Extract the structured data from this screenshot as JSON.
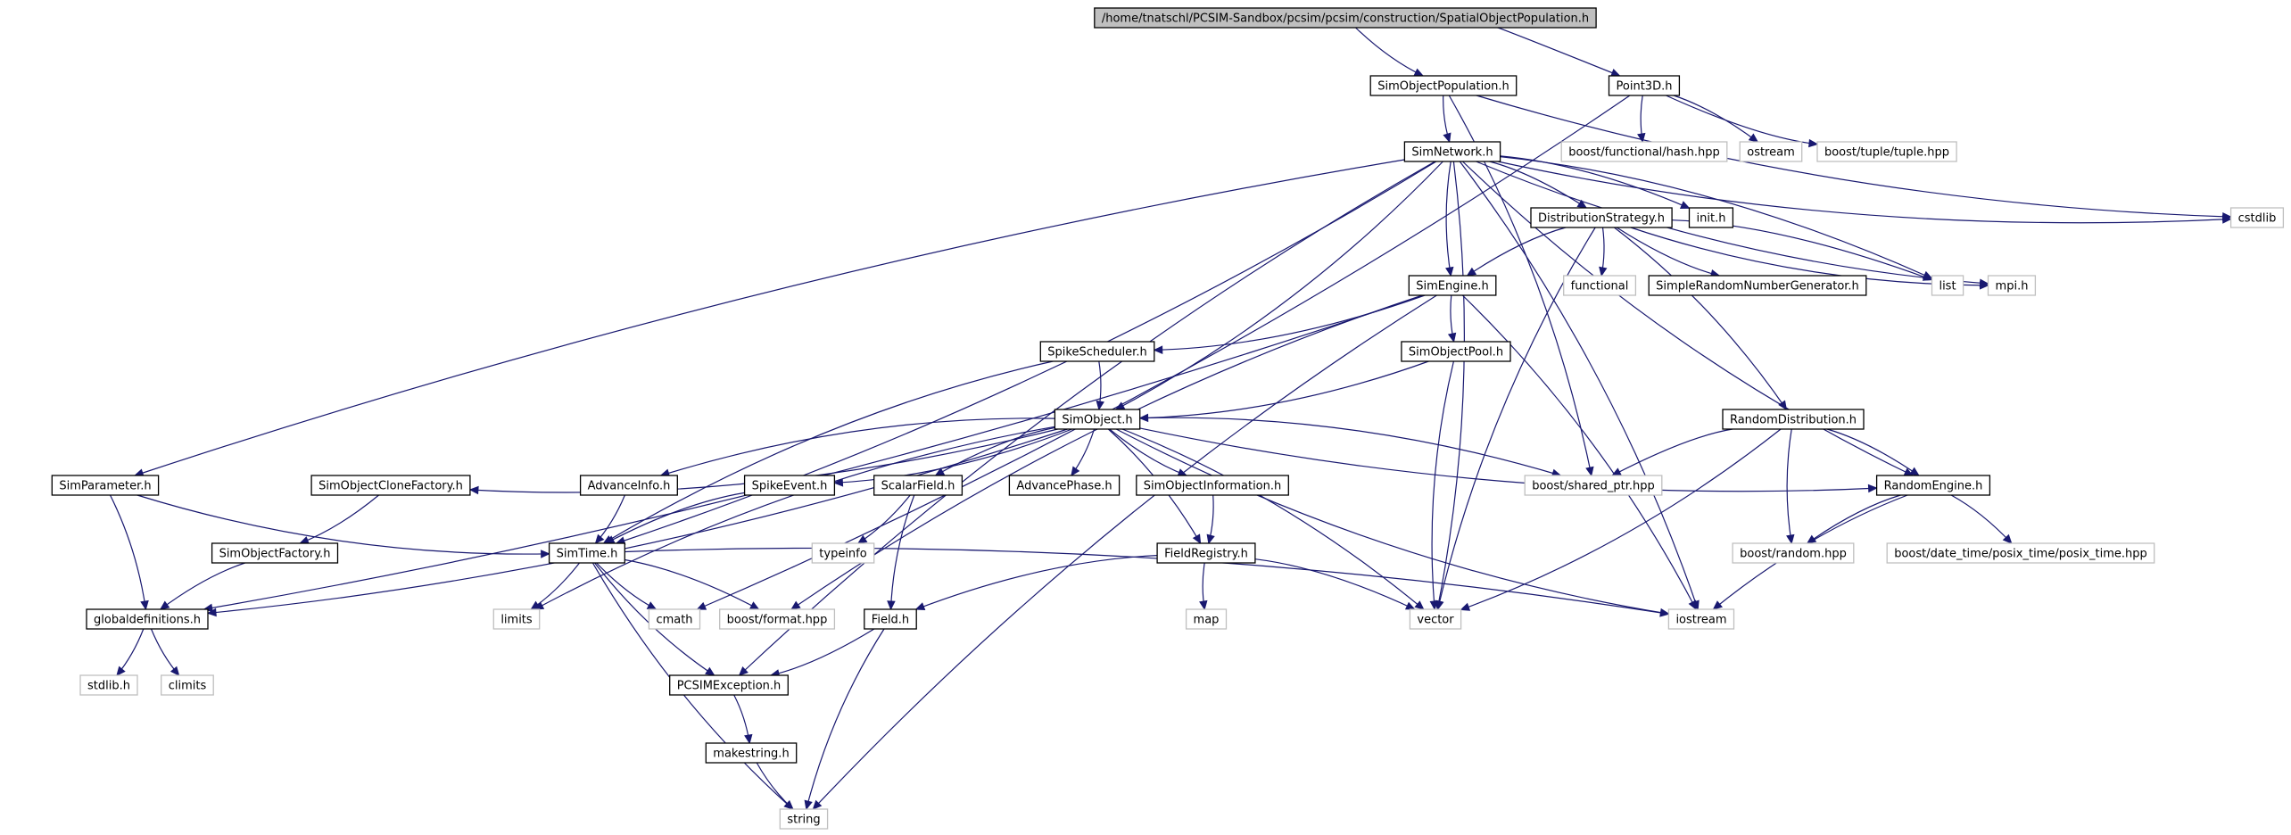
{
  "graph": {
    "colors": {
      "edge": "#191970",
      "root_fill": "#bfbfbf",
      "root_stroke": "#000000",
      "internal_stroke": "#000000",
      "external_stroke": "#bfbfbf",
      "node_fill": "#ffffff"
    },
    "nodes": [
      {
        "id": "root",
        "label": "/home/tnatschl/PCSIM-Sandbox/pcsim/pcsim/construction/SpatialObjectPopulation.h",
        "kind": "root"
      },
      {
        "id": "SimObjectPopulation",
        "label": "SimObjectPopulation.h",
        "kind": "internal"
      },
      {
        "id": "Point3D",
        "label": "Point3D.h",
        "kind": "internal"
      },
      {
        "id": "boostHash",
        "label": "boost/functional/hash.hpp",
        "kind": "external"
      },
      {
        "id": "ostream",
        "label": "ostream",
        "kind": "external"
      },
      {
        "id": "boostTuple",
        "label": "boost/tuple/tuple.hpp",
        "kind": "external"
      },
      {
        "id": "SimNetwork",
        "label": "SimNetwork.h",
        "kind": "internal"
      },
      {
        "id": "initH",
        "label": "init.h",
        "kind": "internal"
      },
      {
        "id": "cstdlib",
        "label": "cstdlib",
        "kind": "external"
      },
      {
        "id": "DistributionStrategy",
        "label": "DistributionStrategy.h",
        "kind": "internal"
      },
      {
        "id": "SimEngine",
        "label": "SimEngine.h",
        "kind": "internal"
      },
      {
        "id": "functional",
        "label": "functional",
        "kind": "external"
      },
      {
        "id": "SimpleRNG",
        "label": "SimpleRandomNumberGenerator.h",
        "kind": "internal"
      },
      {
        "id": "list",
        "label": "list",
        "kind": "external"
      },
      {
        "id": "mpi",
        "label": "mpi.h",
        "kind": "external"
      },
      {
        "id": "SpikeScheduler",
        "label": "SpikeScheduler.h",
        "kind": "internal"
      },
      {
        "id": "SimObjectPool",
        "label": "SimObjectPool.h",
        "kind": "internal"
      },
      {
        "id": "SimObject",
        "label": "SimObject.h",
        "kind": "internal"
      },
      {
        "id": "RandomDistribution",
        "label": "RandomDistribution.h",
        "kind": "internal"
      },
      {
        "id": "SimParameter",
        "label": "SimParameter.h",
        "kind": "internal"
      },
      {
        "id": "SimObjectCloneFactory",
        "label": "SimObjectCloneFactory.h",
        "kind": "internal"
      },
      {
        "id": "AdvanceInfo",
        "label": "AdvanceInfo.h",
        "kind": "internal"
      },
      {
        "id": "SpikeEvent",
        "label": "SpikeEvent.h",
        "kind": "internal"
      },
      {
        "id": "ScalarField",
        "label": "ScalarField.h",
        "kind": "internal"
      },
      {
        "id": "AdvancePhase",
        "label": "AdvancePhase.h",
        "kind": "internal"
      },
      {
        "id": "SimObjectInformation",
        "label": "SimObjectInformation.h",
        "kind": "internal"
      },
      {
        "id": "boostShared",
        "label": "boost/shared_ptr.hpp",
        "kind": "external"
      },
      {
        "id": "RandomEngine",
        "label": "RandomEngine.h",
        "kind": "internal"
      },
      {
        "id": "SimObjectFactory",
        "label": "SimObjectFactory.h",
        "kind": "internal"
      },
      {
        "id": "SimTime",
        "label": "SimTime.h",
        "kind": "internal"
      },
      {
        "id": "typeinfo",
        "label": "typeinfo",
        "kind": "external"
      },
      {
        "id": "FieldRegistry",
        "label": "FieldRegistry.h",
        "kind": "internal"
      },
      {
        "id": "boostRandom",
        "label": "boost/random.hpp",
        "kind": "external"
      },
      {
        "id": "posixTime",
        "label": "boost/date_time/posix_time/posix_time.hpp",
        "kind": "external"
      },
      {
        "id": "globaldefinitions",
        "label": "globaldefinitions.h",
        "kind": "internal"
      },
      {
        "id": "limits",
        "label": "limits",
        "kind": "external"
      },
      {
        "id": "cmath",
        "label": "cmath",
        "kind": "external"
      },
      {
        "id": "boostFormat",
        "label": "boost/format.hpp",
        "kind": "external"
      },
      {
        "id": "Field",
        "label": "Field.h",
        "kind": "internal"
      },
      {
        "id": "map",
        "label": "map",
        "kind": "external"
      },
      {
        "id": "vector",
        "label": "vector",
        "kind": "external"
      },
      {
        "id": "iostream",
        "label": "iostream",
        "kind": "external"
      },
      {
        "id": "stdlib",
        "label": "stdlib.h",
        "kind": "external"
      },
      {
        "id": "climits",
        "label": "climits",
        "kind": "external"
      },
      {
        "id": "PCSIMException",
        "label": "PCSIMException.h",
        "kind": "internal"
      },
      {
        "id": "makestring",
        "label": "makestring.h",
        "kind": "internal"
      },
      {
        "id": "string",
        "label": "string",
        "kind": "external"
      }
    ],
    "edges": [
      [
        "root",
        "SimObjectPopulation"
      ],
      [
        "root",
        "Point3D"
      ],
      [
        "Point3D",
        "boostHash"
      ],
      [
        "Point3D",
        "ostream"
      ],
      [
        "Point3D",
        "boostTuple"
      ],
      [
        "Point3D",
        "cmath"
      ],
      [
        "SimObjectPopulation",
        "SimNetwork"
      ],
      [
        "SimObjectPopulation",
        "boostShared"
      ],
      [
        "SimObjectPopulation",
        "cstdlib"
      ],
      [
        "SimNetwork",
        "initH"
      ],
      [
        "SimNetwork",
        "cstdlib"
      ],
      [
        "SimNetwork",
        "DistributionStrategy"
      ],
      [
        "SimNetwork",
        "SimEngine"
      ],
      [
        "SimNetwork",
        "list"
      ],
      [
        "SimNetwork",
        "mpi"
      ],
      [
        "SimNetwork",
        "SimObject"
      ],
      [
        "SimNetwork",
        "SimParameter"
      ],
      [
        "SimNetwork",
        "SimTime"
      ],
      [
        "SimNetwork",
        "PCSIMException"
      ],
      [
        "SimNetwork",
        "vector"
      ],
      [
        "SimNetwork",
        "RandomEngine"
      ],
      [
        "SimNetwork",
        "iostream"
      ],
      [
        "DistributionStrategy",
        "SimEngine"
      ],
      [
        "DistributionStrategy",
        "functional"
      ],
      [
        "DistributionStrategy",
        "SimpleRNG"
      ],
      [
        "DistributionStrategy",
        "list"
      ],
      [
        "DistributionStrategy",
        "mpi"
      ],
      [
        "DistributionStrategy",
        "RandomDistribution"
      ],
      [
        "DistributionStrategy",
        "vector"
      ],
      [
        "SimEngine",
        "SpikeScheduler"
      ],
      [
        "SimEngine",
        "SimObjectPool"
      ],
      [
        "SimEngine",
        "globaldefinitions"
      ],
      [
        "SimEngine",
        "boostFormat"
      ],
      [
        "SimEngine",
        "iostream"
      ],
      [
        "SimEngine",
        "string"
      ],
      [
        "SpikeScheduler",
        "SimObject"
      ],
      [
        "SpikeScheduler",
        "SimTime"
      ],
      [
        "SimObjectPool",
        "SimObject"
      ],
      [
        "SimObjectPool",
        "vector"
      ],
      [
        "SimObject",
        "SimObjectCloneFactory"
      ],
      [
        "SimObject",
        "AdvanceInfo"
      ],
      [
        "SimObject",
        "SpikeEvent"
      ],
      [
        "SimObject",
        "ScalarField"
      ],
      [
        "SimObject",
        "AdvancePhase"
      ],
      [
        "SimObject",
        "SimObjectInformation"
      ],
      [
        "SimObject",
        "boostShared"
      ],
      [
        "SimObject",
        "RandomEngine"
      ],
      [
        "SimObject",
        "FieldRegistry"
      ],
      [
        "SimObject",
        "limits"
      ],
      [
        "SimObject",
        "vector"
      ],
      [
        "SimObject",
        "iostream"
      ],
      [
        "SimObject",
        "globaldefinitions"
      ],
      [
        "RandomDistribution",
        "boostShared"
      ],
      [
        "RandomDistribution",
        "RandomEngine"
      ],
      [
        "RandomDistribution",
        "boostRandom"
      ],
      [
        "RandomDistribution",
        "vector"
      ],
      [
        "RandomEngine",
        "boostRandom"
      ],
      [
        "RandomEngine",
        "posixTime"
      ],
      [
        "RandomEngine",
        "iostream"
      ],
      [
        "SimParameter",
        "globaldefinitions"
      ],
      [
        "SimParameter",
        "SimTime"
      ],
      [
        "SimObjectCloneFactory",
        "SimObjectFactory"
      ],
      [
        "SimObjectFactory",
        "globaldefinitions"
      ],
      [
        "AdvanceInfo",
        "SimTime"
      ],
      [
        "SpikeEvent",
        "SimTime"
      ],
      [
        "ScalarField",
        "typeinfo"
      ],
      [
        "ScalarField",
        "Field"
      ],
      [
        "SimObjectInformation",
        "FieldRegistry"
      ],
      [
        "FieldRegistry",
        "map"
      ],
      [
        "FieldRegistry",
        "vector"
      ],
      [
        "FieldRegistry",
        "Field"
      ],
      [
        "SimTime",
        "limits"
      ],
      [
        "SimTime",
        "cmath"
      ],
      [
        "SimTime",
        "boostFormat"
      ],
      [
        "SimTime",
        "PCSIMException"
      ],
      [
        "SimTime",
        "iostream"
      ],
      [
        "SimTime",
        "string"
      ],
      [
        "Field",
        "PCSIMException"
      ],
      [
        "Field",
        "string"
      ],
      [
        "PCSIMException",
        "makestring"
      ],
      [
        "makestring",
        "string"
      ],
      [
        "globaldefinitions",
        "stdlib"
      ],
      [
        "globaldefinitions",
        "climits"
      ]
    ]
  }
}
